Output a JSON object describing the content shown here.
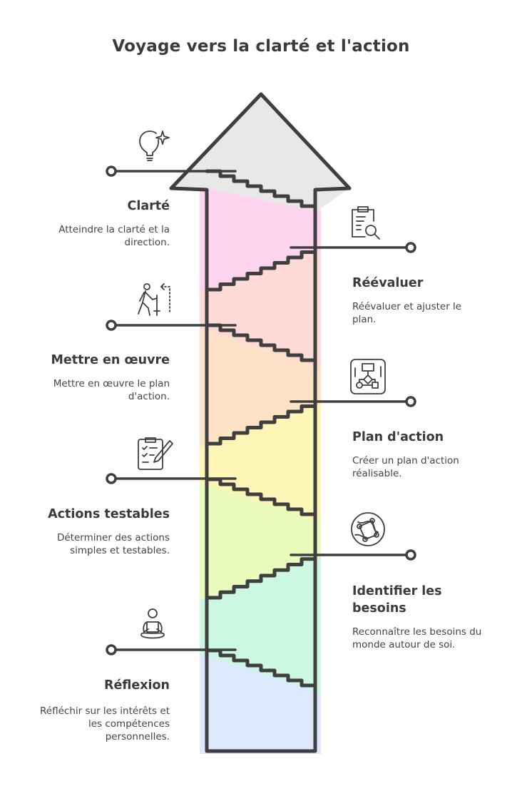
{
  "title": "Voyage vers la clarté et l'action",
  "stages": [
    {
      "id": "reflexion",
      "heading": "Réflexion",
      "description": "Réfléchir sur les intérêts et les compétences personnelles.",
      "icon": "meditation-icon",
      "color": "#dbe8ff"
    },
    {
      "id": "identifier",
      "heading": "Identifier les besoins",
      "description": "Reconnaître les besoins du monde autour de soi.",
      "icon": "globe-network-icon",
      "color": "#c9f7df"
    },
    {
      "id": "actions",
      "heading": "Actions testables",
      "description": "Déterminer des actions simples et testables.",
      "icon": "checklist-pencil-icon",
      "color": "#e9fcb8"
    },
    {
      "id": "plan",
      "heading": "Plan d'action",
      "description": "Créer un plan d'action réalisable.",
      "icon": "flowchart-icon",
      "color": "#fdf6b3"
    },
    {
      "id": "mettre",
      "heading": "Mettre en œuvre",
      "description": "Mettre en œuvre le plan d'action.",
      "icon": "hiker-icon",
      "color": "#fde0c4"
    },
    {
      "id": "reevaluer",
      "heading": "Réévaluer",
      "description": "Réévaluer et ajuster le plan.",
      "icon": "clipboard-search-icon",
      "color": "#ffd9d6"
    },
    {
      "id": "clarte",
      "heading": "Clarté",
      "description": "Atteindre la clarté et la direction.",
      "icon": "lightbulb-icon",
      "color": "#fed3ee"
    }
  ],
  "arrow_head_color": "#e8e8e8",
  "stroke_color": "#3f3f3f"
}
